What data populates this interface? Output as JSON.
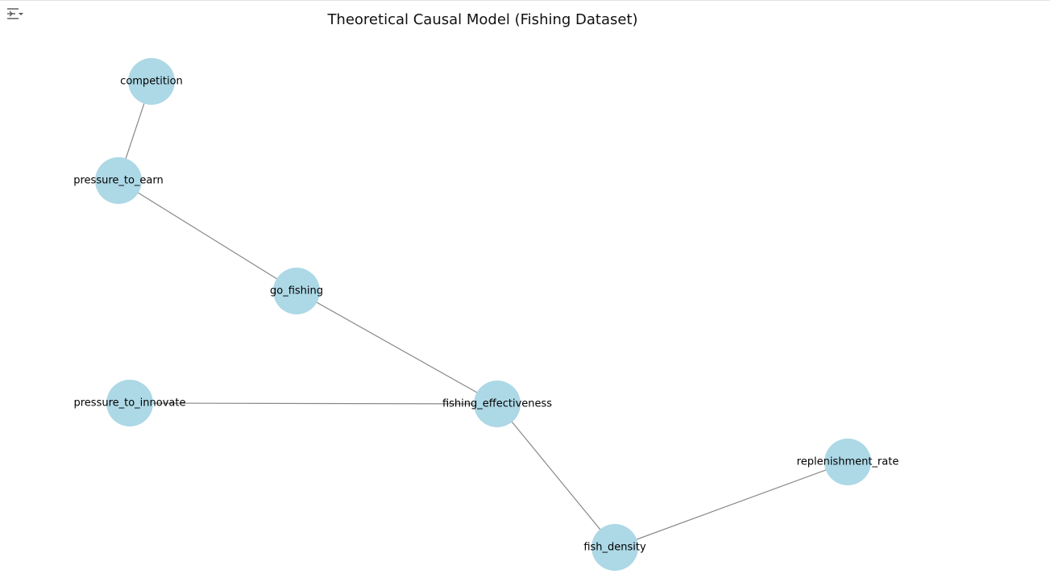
{
  "diagram": {
    "title": "Theoretical Causal Model (Fishing Dataset)",
    "node_color": "#add8e6",
    "edge_color": "#888888",
    "label_color": "#000000",
    "nodes": [
      {
        "id": "competition",
        "label": "competition"
      },
      {
        "id": "pressure_to_earn",
        "label": "pressure_to_earn"
      },
      {
        "id": "go_fishing",
        "label": "go_fishing"
      },
      {
        "id": "pressure_to_innovate",
        "label": "pressure_to_innovate"
      },
      {
        "id": "fishing_effectiveness",
        "label": "fishing_effectiveness"
      },
      {
        "id": "replenishment_rate",
        "label": "replenishment_rate"
      },
      {
        "id": "fish_density",
        "label": "fish_density"
      }
    ],
    "edges": [
      {
        "source": "competition",
        "target": "pressure_to_earn"
      },
      {
        "source": "pressure_to_earn",
        "target": "go_fishing"
      },
      {
        "source": "go_fishing",
        "target": "fishing_effectiveness"
      },
      {
        "source": "pressure_to_innovate",
        "target": "fishing_effectiveness"
      },
      {
        "source": "fishing_effectiveness",
        "target": "fish_density"
      },
      {
        "source": "replenishment_rate",
        "target": "fish_density"
      }
    ]
  },
  "toolbar": {
    "toggle_icon": "output-collapse-icon"
  }
}
